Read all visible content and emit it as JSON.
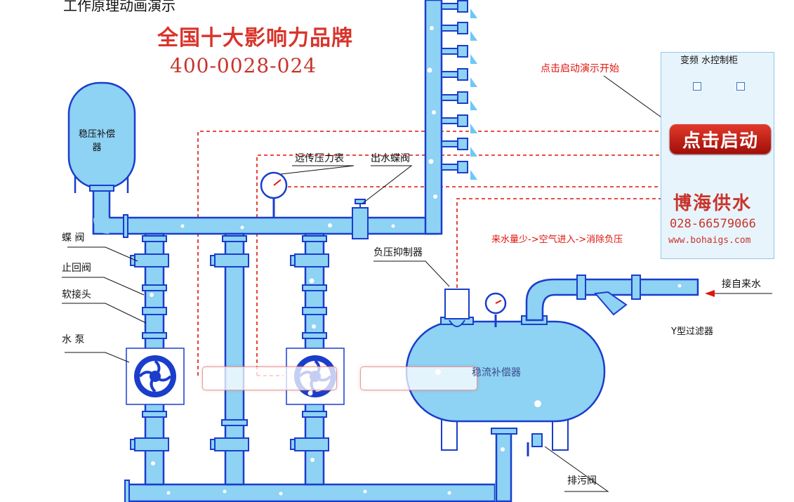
{
  "header": {
    "title": "工作原理动画演示",
    "brand": "全国十大影响力品牌",
    "phone": "400-0028-024"
  },
  "labels": {
    "tank": "稳压补偿器",
    "pressure_gauge": "远传压力表",
    "outlet_valve": "出水蝶阀",
    "butterfly_valve": "蝶 阀",
    "check_valve": "止回阀",
    "soft_joint": "软接头",
    "pump": "水 泵",
    "suppressor": "负压抑制器",
    "flow_tank": "稳流补偿器",
    "drain_valve": "排污阀",
    "inlet": "接自来水",
    "filter": "Y型过滤器"
  },
  "hints": {
    "start": "点击启动演示开始",
    "low_flow": "来水量少->空气进入->消除负压"
  },
  "panel": {
    "title": "变频  水控制柜",
    "button": "点击启动",
    "company": "博海供水",
    "phone": "028-66579066",
    "website": "www.bohaigs.com"
  },
  "colors": {
    "pipe": "#8ed2f4",
    "pipe_stroke": "#1a3dcc",
    "dash": "#e0140c",
    "button": "#c81a12",
    "brand": "#d9342c"
  }
}
